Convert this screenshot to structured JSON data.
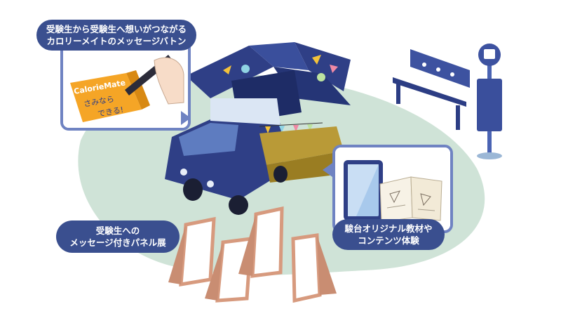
{
  "illustration": {
    "callouts": [
      {
        "id": "message-baton",
        "lines": [
          "受験生から受験生へ想いがつながる",
          "カロリーメイトのメッセージバトン"
        ]
      },
      {
        "id": "textbook",
        "lines": [
          "駿台オリジナル教材や",
          "コンテンツ体験"
        ]
      },
      {
        "id": "panels",
        "lines": [
          "受験生への",
          "メッセージ付きパネル展"
        ]
      }
    ],
    "product_box": {
      "brand": "CalorieMate",
      "handwriting": [
        "さみなら",
        "できる!"
      ]
    },
    "colors": {
      "navy": "#3a4f8f",
      "frame": "#6f83c2",
      "ground": "#cfe3d7",
      "truck": "#2f3f86",
      "awning": "#b99a37",
      "box": "#f5a526",
      "panel_edge": "#d79a7e"
    }
  }
}
